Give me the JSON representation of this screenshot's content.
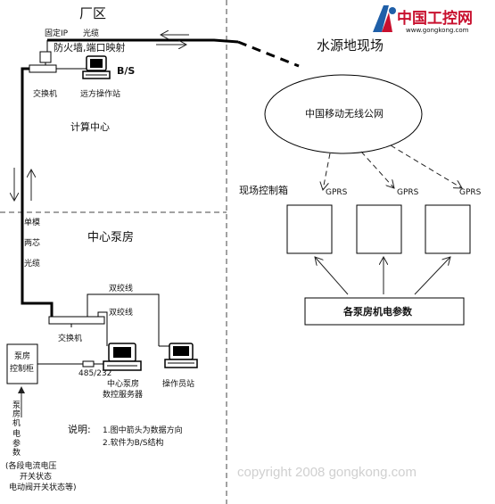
{
  "logo": {
    "name": "中国工控网",
    "url": "www.gongkong.com",
    "brand_color": "#c8102e",
    "accent_color": "#1f5fa8"
  },
  "left": {
    "plant_area": "厂区",
    "fixed_ip": "固定IP",
    "fiber_top": "光缆",
    "firewall": "防火墙,端口映射",
    "bs": "B/S",
    "switch_top": "交换机",
    "remote_station": "远方操作站",
    "computing_center": "计算中心",
    "fiber_side_1": "单模",
    "fiber_side_2": "两芯",
    "fiber_side_3": "光缆",
    "pump_house": "中心泵房",
    "twisted_1": "双绞线",
    "twisted_2": "双绞线",
    "switch_bottom": "交换机",
    "control_cabinet_1": "泵房",
    "control_cabinet_2": "控制柜",
    "rs485": "485/232",
    "data_server_1": "中心泵房",
    "data_server_2": "数控服务器",
    "operator_station": "操作员站",
    "params_vertical": [
      "泵",
      "房",
      "机",
      "电",
      "参",
      "数"
    ],
    "params_detail_1": "(各段电流电压",
    "params_detail_2": "开关状态",
    "params_detail_3": "电动阀开关状态等)",
    "note_label": "说明:",
    "note_1": "1.图中箭头为数据方向",
    "note_2": "2.软件为B/S结构"
  },
  "right": {
    "site_title": "水源地现场",
    "network": "中国移动无线公网",
    "field_box": "现场控制箱",
    "gprs_1": "GPRS",
    "gprs_2": "GPRS",
    "gprs_3": "GPRS",
    "pump_params": "各泵房机电参数"
  },
  "copyright": "copyright 2008 gongkong.com"
}
